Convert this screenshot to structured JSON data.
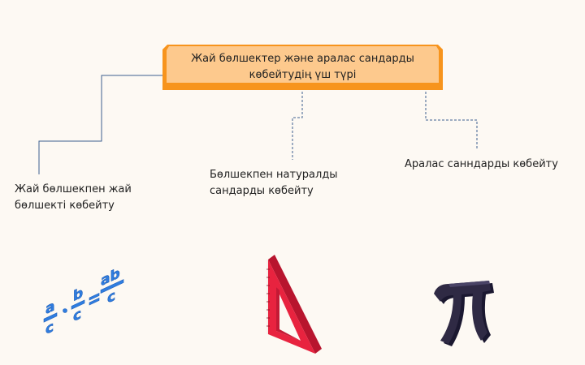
{
  "title": {
    "line1": "Жай бөлшектер және аралас сандарды",
    "line2": "көбейтудің үш түрі"
  },
  "branches": [
    {
      "line1": "Жай бөлшекпен жай",
      "line2": "бөлшекті көбейту"
    },
    {
      "line1": "Бөлшекпен натуралды",
      "line2": "сандарды көбейту"
    },
    {
      "line1": "Аралас санндарды көбейту",
      "line2": ""
    }
  ],
  "illustrations": {
    "left": {
      "icon": "fraction-multiplication-icon",
      "color": "#2f7de0"
    },
    "middle": {
      "icon": "triangle-ruler-icon",
      "color": "#e8233f"
    },
    "right": {
      "icon": "pi-symbol-icon",
      "color": "#2f2a44"
    }
  },
  "colors": {
    "title_fill": "#fdc98d",
    "title_border": "#f7941d",
    "connector": "#3d5f8f"
  }
}
